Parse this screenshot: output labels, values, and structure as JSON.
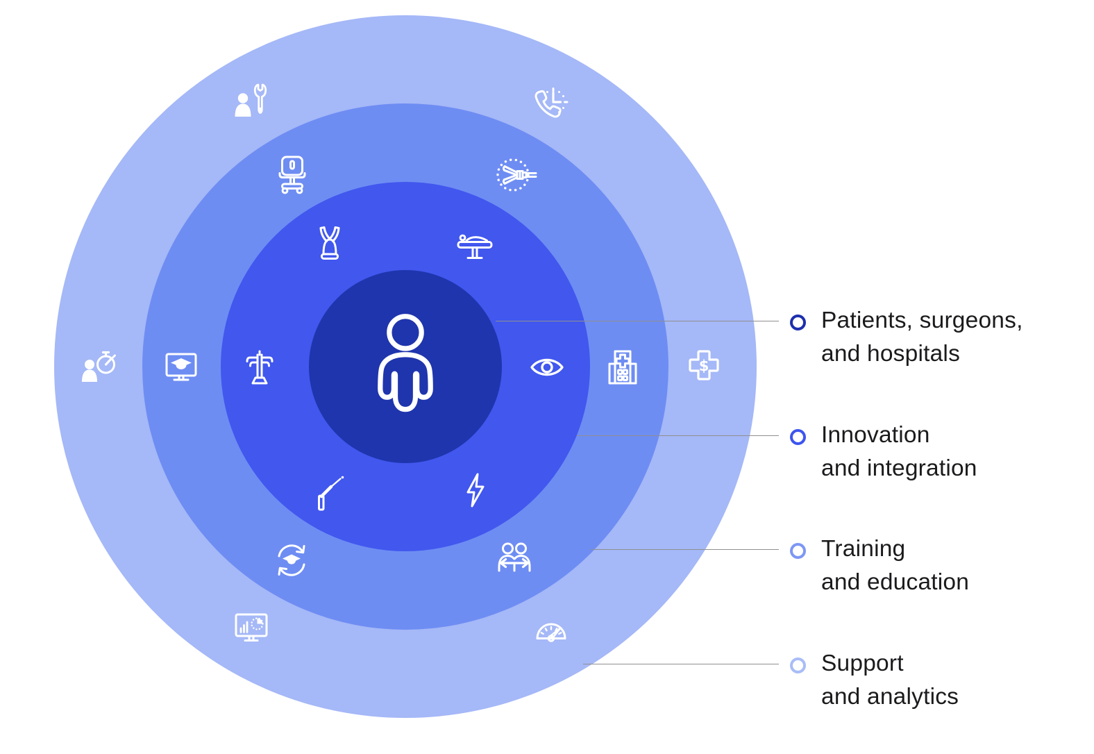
{
  "colors": {
    "background": "#ffffff",
    "ring_support": "#a5b8f7",
    "ring_training": "#6e8df3",
    "ring_innovation": "#4157ee",
    "ring_center": "#1f35ad",
    "leader_line": "#8f8f8f",
    "label_text": "#1b1b1d",
    "icon_stroke": "#ffffff"
  },
  "rings": [
    {
      "id": "center",
      "label": "Patients, surgeons, and hospitals",
      "icons": [
        "person-icon"
      ]
    },
    {
      "id": "innovation",
      "label": "Innovation and integration",
      "icons": [
        "instrument-tip-icon",
        "operating-table-icon",
        "robotic-arm-cart-icon",
        "eye-icon",
        "endoscope-arm-icon",
        "lightning-icon"
      ]
    },
    {
      "id": "training",
      "label": "Training and education",
      "icons": [
        "surgeon-console-icon",
        "robotic-grasper-icon",
        "training-monitor-icon",
        "hospital-icon",
        "continuous-learning-icon",
        "peer-exchange-icon"
      ]
    },
    {
      "id": "support",
      "label": "Support and analytics",
      "icons": [
        "technician-wrench-icon",
        "phone-support-icon",
        "person-stopwatch-icon",
        "medical-cost-icon",
        "analytics-monitor-icon",
        "performance-gauge-icon"
      ]
    }
  ],
  "legend": [
    {
      "lines": [
        "Patients, surgeons,",
        "and hospitals"
      ],
      "bullet_color": "#1d2fae"
    },
    {
      "lines": [
        "Innovation",
        "and integration"
      ],
      "bullet_color": "#3d55ee"
    },
    {
      "lines": [
        "Training",
        "and education"
      ],
      "bullet_color": "#7d97f4"
    },
    {
      "lines": [
        "Support",
        "and analytics"
      ],
      "bullet_color": "#a9bcf8"
    }
  ]
}
